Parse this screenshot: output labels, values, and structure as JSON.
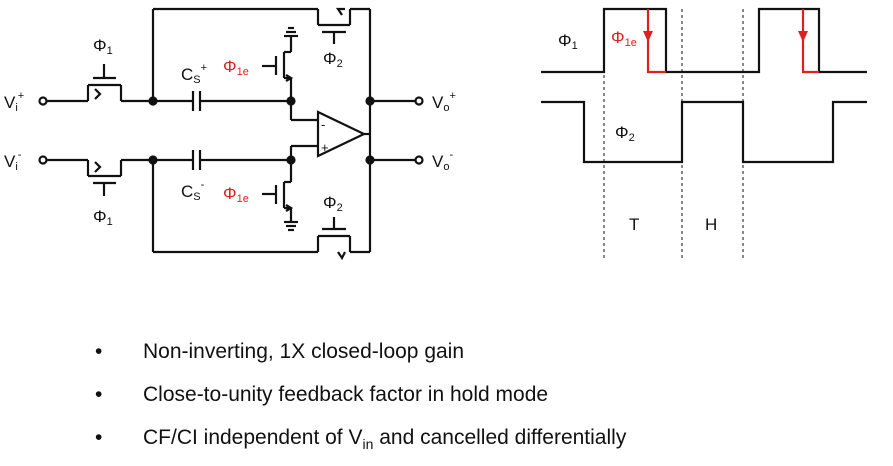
{
  "colors": {
    "ink": "#111111",
    "accent": "#e02020"
  },
  "circuit": {
    "phi1": "Φ",
    "phi1_sub": "1",
    "phi2": "Φ",
    "phi2_sub": "2",
    "phi1e": "Φ",
    "phi1e_sub": "1e",
    "cs": "C",
    "cs_sub": "S",
    "plus": "+",
    "minus": "-",
    "vi": "V",
    "vi_sub": "i",
    "vo": "V",
    "vo_sub": "o"
  },
  "timing": {
    "t_label": "T",
    "h_label": "H"
  },
  "bullets": [
    {
      "bullet": "•",
      "text": "Non-inverting, 1X closed-loop gain"
    },
    {
      "bullet": "•",
      "text": "Close-to-unity feedback factor in hold mode"
    },
    {
      "bullet": "•",
      "text_before": "CF/CI independent of V",
      "sub": "in",
      "text_after": " and cancelled differentially"
    }
  ]
}
